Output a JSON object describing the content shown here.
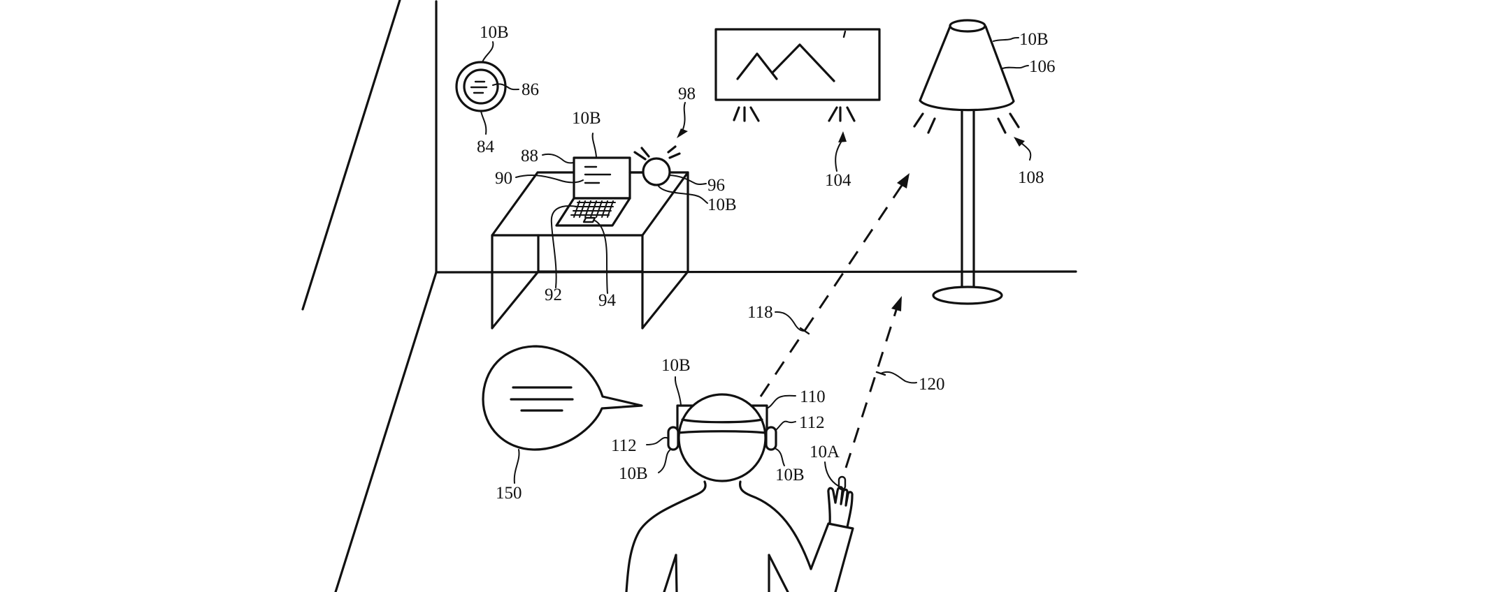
{
  "figure": {
    "description": "Patent-style line drawing of a room with a user wearing a head-mounted device pointing at smart devices",
    "line_color": "#111111",
    "background_color": "#ffffff"
  },
  "labels": {
    "thermostat_device": "10B",
    "thermostat_display": "86",
    "thermostat": "84",
    "laptop_device": "10B",
    "laptop": "88",
    "laptop_screen": "90",
    "keyboard": "92",
    "trackpad": "94",
    "lamp_light": "98",
    "desk_lamp": "96",
    "desk_lamp_device": "10B",
    "tv_lights": "104",
    "floor_lamp_device": "10B",
    "floor_lamp_shade": "106",
    "floor_lamp_lights": "108",
    "gaze_ray": "118",
    "pointing_ray": "120",
    "headset_device": "10B",
    "headset": "110",
    "speaker_right": "112",
    "speaker_left": "112",
    "earpiece_left_device": "10B",
    "earpiece_right_device": "10B",
    "finger_device": "10A",
    "speech_bubble": "150"
  }
}
